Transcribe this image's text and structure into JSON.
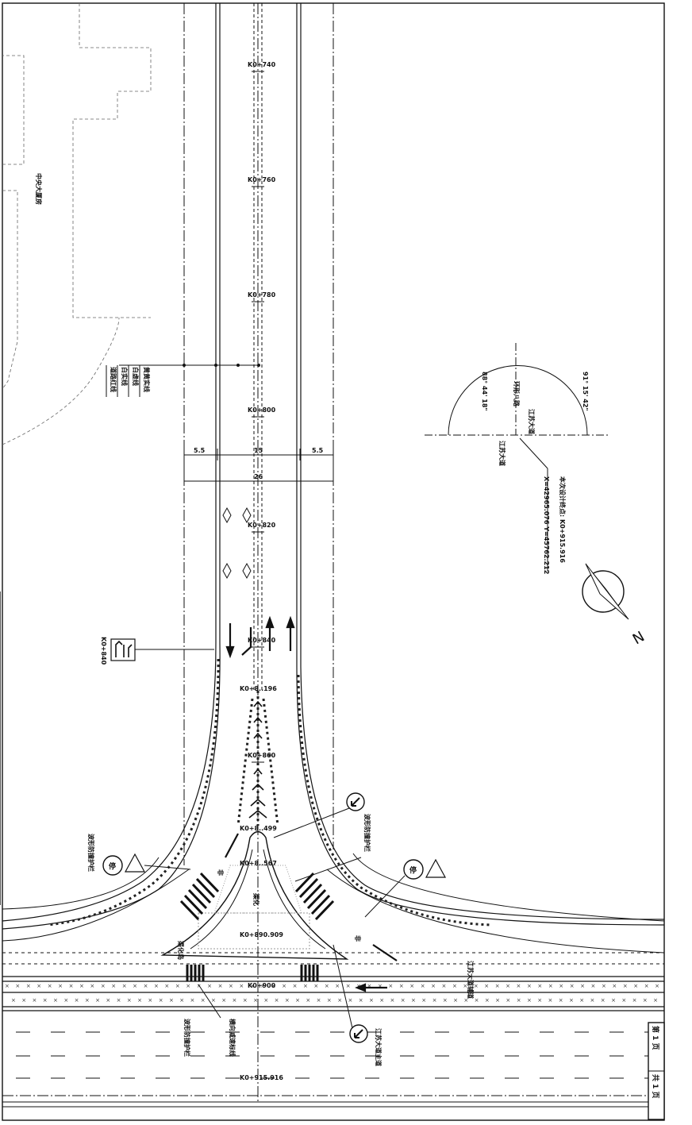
{
  "stations": [
    "K0+740",
    "K0+760",
    "K0+780",
    "K0+800",
    "K0+820",
    "K0+840",
    "K0+860"
  ],
  "station_special": {
    "s1": "K0+8..196",
    "s2": "K0+8..499",
    "s3": "K0+8..567",
    "s4": "K0+890.909",
    "s5": "K0+900",
    "s6": "K0+915.916"
  },
  "building_label": "中央大厦房",
  "legend": {
    "items": [
      "黄黄实线",
      "白虚线",
      "白实线",
      "道路红线"
    ]
  },
  "dimensions": {
    "left_walk": "5.5",
    "roadway": "15",
    "right_walk": "5.5",
    "total": "26"
  },
  "sign_station": "K0+840",
  "arc": {
    "angle_right": "91° 15' 42\"",
    "angle_left": "88° 44' 18\"",
    "road_a": "江苏大道",
    "road_b": "江苏大道",
    "center_label": "环形八路",
    "design_point_line1": "本次设计终点: K0+915.916",
    "design_point_line2": "X=42965.076 Y=45762.212"
  },
  "north": "N",
  "annotations": {
    "guardrail_left": "波形防撞护栏",
    "guardrail_right": "波形防撞护栏",
    "guardrail_bottom": "波形防撞护栏",
    "island_a": "渠化",
    "island_b": "渠化岛",
    "road_right": "江苏大道辅道",
    "road_main": "江苏大道主道",
    "stop_line": "横向减速标线",
    "stop_sign": "停",
    "arrow_label": "非"
  },
  "sheet": {
    "page": "第 1 页",
    "total": "共 1 页"
  },
  "colors": {
    "line": "#111111",
    "hatch": "#222222",
    "dash": "#666666"
  }
}
